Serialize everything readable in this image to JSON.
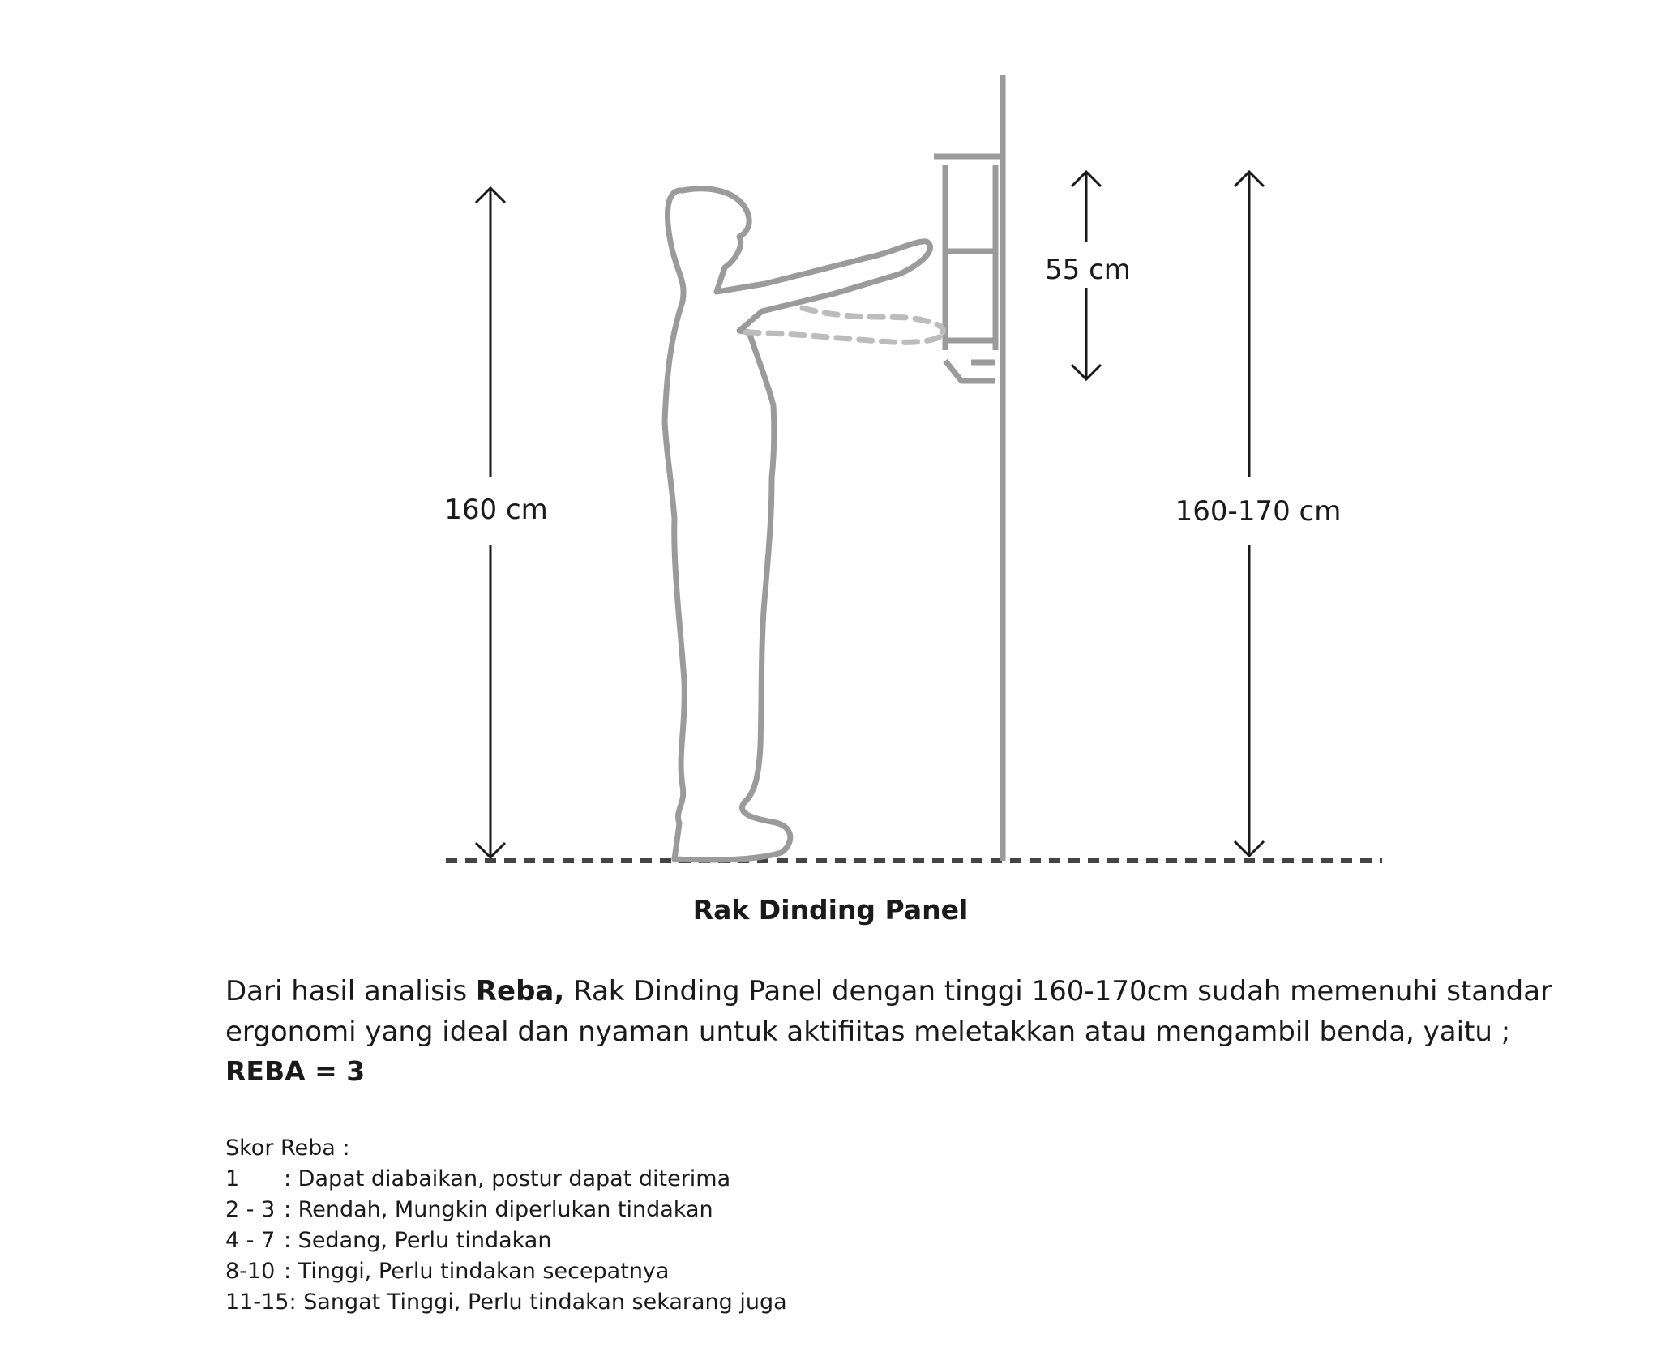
{
  "diagram": {
    "labels": {
      "person_height": "160 cm",
      "shelf_reach": "55 cm",
      "shelf_height": "160-170 cm"
    },
    "colors": {
      "figure_stroke": "#9b9b9b",
      "dashed_arm": "#bcbcbc",
      "dimension_line": "#1a1a1a",
      "floor": "#444444"
    }
  },
  "caption": "Rak Dinding Panel",
  "description": {
    "part1": "Dari hasil analisis ",
    "bold": "Reba,",
    "part2": " Rak Dinding Panel dengan tinggi 160-170cm sudah memenuhi standar ergonomi yang ideal dan nyaman untuk aktifiitas meletakkan atau mengambil benda, yaitu ;"
  },
  "reba_result": "REBA = 3",
  "scores": {
    "title": "Skor Reba :",
    "items": [
      {
        "range": "1",
        "text": ": Dapat diabaikan, postur dapat diterima"
      },
      {
        "range": "2 - 3",
        "text": ": Rendah, Mungkin diperlukan tindakan"
      },
      {
        "range": "4 - 7",
        "text": ": Sedang, Perlu tindakan"
      },
      {
        "range": "8-10",
        "text": ": Tinggi, Perlu tindakan secepatnya"
      },
      {
        "range": "11-15",
        "text": ": Sangat Tinggi, Perlu tindakan sekarang juga"
      }
    ]
  }
}
